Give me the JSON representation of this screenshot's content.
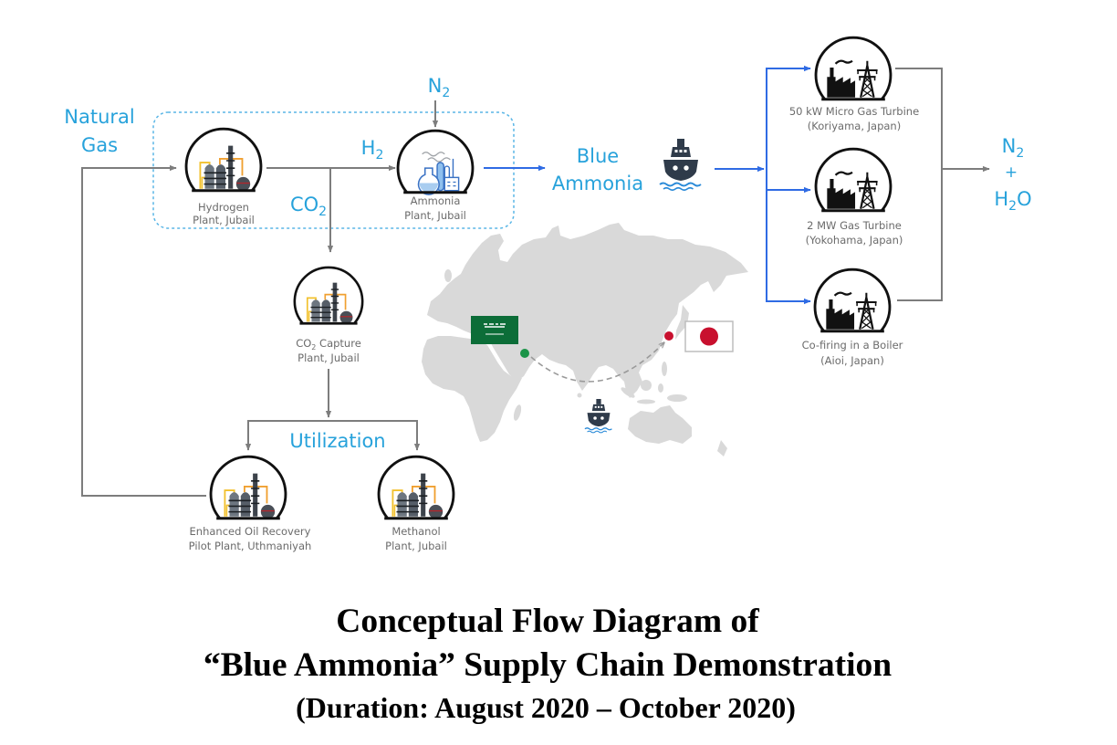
{
  "figure": {
    "inputs": {
      "natural_gas": {
        "line1": "Natural",
        "line2": "Gas"
      },
      "nitrogen_feed": {
        "symbol": "N",
        "subscript": "2"
      }
    },
    "streams": {
      "hydrogen": {
        "symbol": "H",
        "subscript": "2"
      },
      "carbon_dioxide": {
        "symbol": "CO",
        "subscript": "2"
      },
      "product": {
        "line1": "Blue",
        "line2": "Ammonia"
      },
      "utilization": "Utilization"
    },
    "facilities": {
      "hydrogen_plant": {
        "line1": "Hydrogen",
        "line2": "Plant, Jubail",
        "icon": "refinery-icon"
      },
      "ammonia_plant": {
        "line1": "Ammonia",
        "line2": "Plant, Jubail",
        "icon": "ammonia-plant-icon"
      },
      "co2_capture_plant": {
        "line1_prefix": "CO",
        "line1_subscript": "2",
        "line1_suffix": " Capture",
        "line2": "Plant, Jubail",
        "icon": "refinery-icon"
      },
      "eor_plant": {
        "line1": "Enhanced Oil Recovery",
        "line2": "Pilot Plant, Uthmaniyah",
        "icon": "refinery-icon"
      },
      "methanol_plant": {
        "line1": "Methanol",
        "line2": "Plant, Jubail",
        "icon": "refinery-icon"
      }
    },
    "end_uses": [
      {
        "line1": "50 kW Micro Gas Turbine",
        "line2": "(Koriyama, Japan)",
        "icon": "power-plant-icon"
      },
      {
        "line1": "2 MW Gas Turbine",
        "line2": "(Yokohama, Japan)",
        "icon": "power-plant-icon"
      },
      {
        "line1": "Co-firing in a Boiler",
        "line2": "(Aioi, Japan)",
        "icon": "power-plant-icon"
      }
    ],
    "outputs": {
      "nitrogen": {
        "symbol": "N",
        "subscript": "2"
      },
      "plus": "+",
      "water": {
        "symbol1": "H",
        "subscript": "2",
        "symbol2": "O"
      }
    },
    "map": {
      "origin_marker": "saudi-arabia-flag-icon",
      "destination_marker": "japan-flag-icon",
      "vessel": "ship-icon",
      "route_style": "dashed-arc"
    }
  },
  "caption": {
    "line1": "Conceptual Flow Diagram of",
    "line2": "“Blue Ammonia” Supply Chain Demonstration",
    "line3": "(Duration: August 2020 – October 2020)"
  },
  "colors": {
    "accent": "#27a2db",
    "flow-blue": "#2f6be4",
    "line-gray": "#7d7d7d",
    "label-gray": "#6b6b6b",
    "map-gray": "#d9d9d9",
    "ship-dark": "#2f3b4a",
    "wave-blue": "#2a8ad8",
    "box-dash": "#5ab6e6",
    "saudi-green": "#0c6d38",
    "japan-red": "#c8102e",
    "dot-green": "#1b9448"
  }
}
